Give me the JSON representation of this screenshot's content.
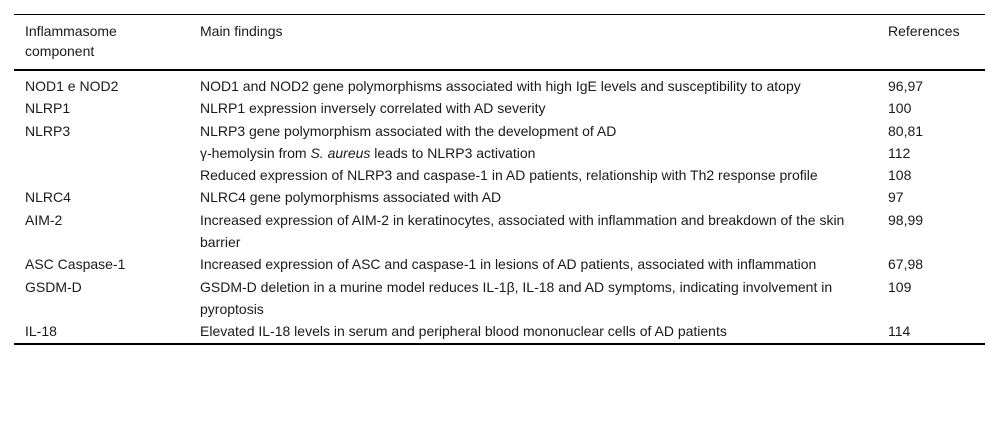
{
  "table": {
    "headers": {
      "component": "Inflammasome component",
      "findings": "Main findings",
      "references": "References"
    },
    "rows": [
      {
        "component": "NOD1 e NOD2",
        "finding": "NOD1 and NOD2 gene polymorphisms associated with high IgE levels and susceptibility to atopy",
        "references": "96,97"
      },
      {
        "component": "NLRP1",
        "finding": "NLRP1 expression inversely correlated with AD severity",
        "references": "100"
      },
      {
        "component": "NLRP3",
        "finding": "NLRP3 gene polymorphism associated with the development of AD",
        "references": "80,81"
      },
      {
        "component": "",
        "finding_parts": {
          "before": "γ-hemolysin from ",
          "italic": "S. aureus",
          "after": " leads to NLRP3 activation"
        },
        "references": "112"
      },
      {
        "component": "",
        "finding": "Reduced expression of NLRP3 and caspase-1 in AD patients, relationship with Th2 response profile",
        "references": "108"
      },
      {
        "component": "NLRC4",
        "finding": "NLRC4 gene polymorphisms associated with AD",
        "references": "97"
      },
      {
        "component": "AIM-2",
        "finding": "Increased expression of AIM-2 in keratinocytes, associated with inflammation and breakdown of the skin barrier",
        "references": "98,99"
      },
      {
        "component": "ASC Caspase-1",
        "finding": "Increased expression of ASC and caspase-1 in lesions of AD patients, associated with inflammation",
        "references": "67,98"
      },
      {
        "component": "GSDM-D",
        "finding": "GSDM-D deletion in a murine model reduces IL-1β, IL-18 and AD symptoms, indicating involvement in pyroptosis",
        "references": "109"
      },
      {
        "component": "IL-18",
        "finding": "Elevated IL-18 levels in serum and peripheral blood mononuclear cells of AD patients",
        "references": "114"
      }
    ],
    "colors": {
      "text": "#1a1a1a",
      "rule": "#000000",
      "background": "#ffffff"
    }
  }
}
